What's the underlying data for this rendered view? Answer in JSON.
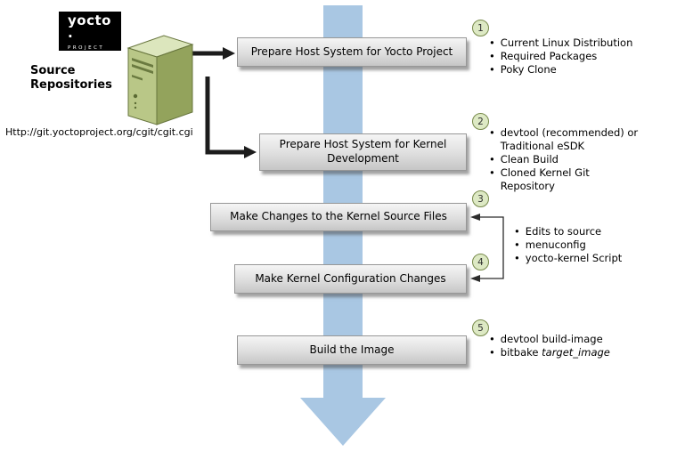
{
  "logo": {
    "brand": "yocto ·",
    "sub": "PROJECT"
  },
  "source": {
    "title": "Source Repositories",
    "url": "Http://git.yoctoproject.org/cgit/cgit.cgi"
  },
  "steps": [
    {
      "number": "1",
      "label": "Prepare Host System for Yocto Project"
    },
    {
      "number": "2",
      "label": "Prepare Host System for Kernel Development"
    },
    {
      "number": "3",
      "label": "Make Changes to the Kernel Source Files"
    },
    {
      "number": "4",
      "label": "Make Kernel Configuration Changes"
    },
    {
      "number": "5",
      "label": "Build the Image"
    }
  ],
  "bullets": {
    "step1": [
      "Current Linux Distribution",
      "Required Packages",
      "Poky Clone"
    ],
    "step2": [
      "devtool (recommended) or Traditional eSDK",
      "Clean Build",
      "Cloned Kernel Git Repository"
    ],
    "steps3and4": [
      "Edits to source",
      "menuconfig",
      "yocto-kernel Script"
    ],
    "step5": [
      {
        "text": "devtool build-image",
        "italic": ""
      },
      {
        "text": "bitbake ",
        "italic": "target_image"
      }
    ]
  },
  "colors": {
    "arrow_blue": "#a9c7e3",
    "box_fill_top": "#f5f5f5",
    "box_fill_bottom": "#c6c6c6",
    "box_border": "#979797",
    "circle_fill": "#dde9c4",
    "circle_border": "#77894a",
    "server_green": "#b9c787",
    "logo_bg": "#000000"
  }
}
